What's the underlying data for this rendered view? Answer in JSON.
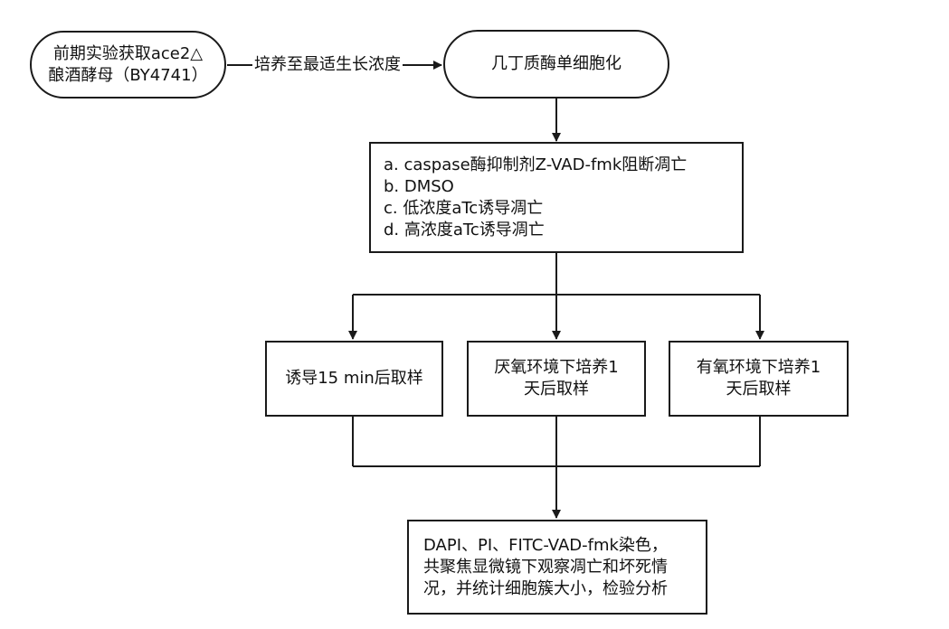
{
  "nodes": {
    "source": {
      "line1": "前期实验获取ace2△",
      "line2": "酿酒酵母（BY4741）"
    },
    "sync": {
      "text": "几丁质酶单细胞化"
    },
    "treatments": {
      "a": "a. caspase酶抑制剂Z-VAD-fmk阻断凋亡",
      "b": "b. DMSO",
      "c": "c. 低浓度aTc诱导凋亡",
      "d": "d. 高浓度aTc诱导凋亡"
    },
    "sample15": {
      "text": "诱导15 min后取样"
    },
    "anaerobic": {
      "line1": "厌氧环境下培养1",
      "line2": "天后取样"
    },
    "aerobic": {
      "line1": "有氧环境下培养1",
      "line2": "天后取样"
    },
    "analysis": {
      "line1": "DAPI、PI、FITC-VAD-fmk染色，",
      "line2": "共聚焦显微镜下观察凋亡和坏死情",
      "line3": "况，并统计细胞簇大小，检验分析"
    }
  },
  "edges": {
    "culture_label": "培养至最适生长浓度"
  }
}
